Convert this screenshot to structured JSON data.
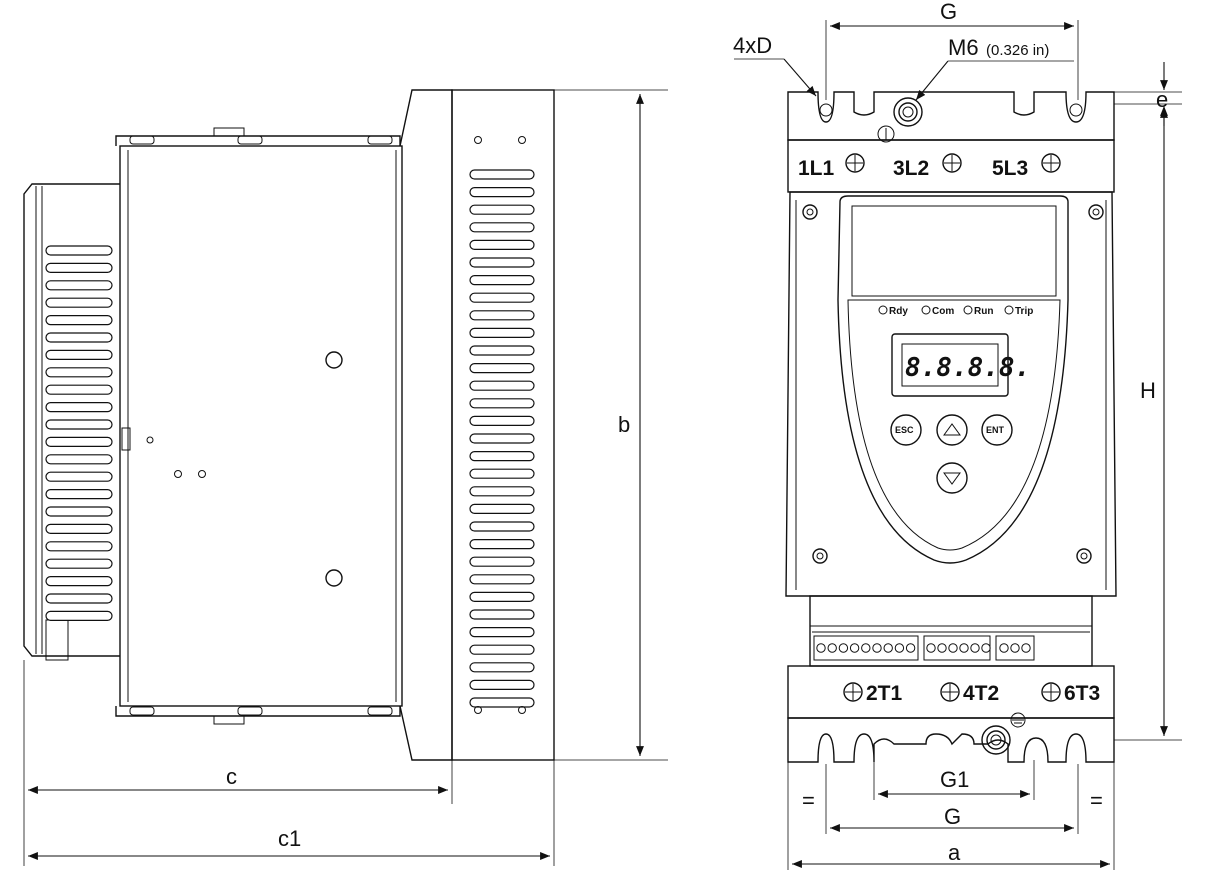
{
  "side_view": {
    "dimensions": {
      "b": "b",
      "c": "c",
      "c1": "c1"
    }
  },
  "front_view": {
    "dimensions": {
      "G_top": "G",
      "G_bottom": "G",
      "G1": "G1",
      "a": "a",
      "H": "H",
      "e": "e",
      "equal_left": "=",
      "equal_right": "="
    },
    "mounting_holes": "4xD",
    "screw_label": "M6",
    "screw_size": "(0.326 in)",
    "terminals_top": [
      "1L1",
      "3L2",
      "5L3"
    ],
    "terminals_bottom": [
      "2T1",
      "4T2",
      "6T3"
    ],
    "leds": [
      "Rdy",
      "Com",
      "Run",
      "Trip"
    ],
    "display": "8.8.8.8.",
    "keys": {
      "esc": "ESC",
      "ent": "ENT"
    }
  }
}
